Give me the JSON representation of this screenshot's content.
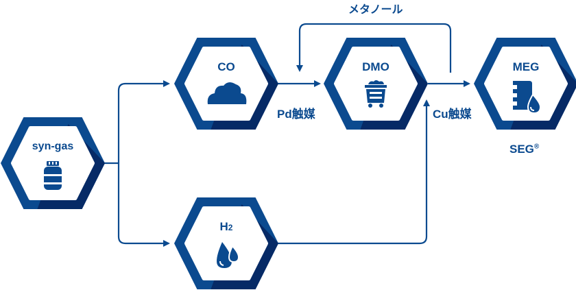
{
  "colors": {
    "primary": "#0b4a8f",
    "shade": "#062a66",
    "line": "#0b4a8f"
  },
  "nodes": {
    "syngas": {
      "label": "syn-gas",
      "icon": "gas-cylinder-icon"
    },
    "co": {
      "label": "CO",
      "icon": "cloud-icon"
    },
    "h2": {
      "label": "H",
      "sub": "2",
      "icon": "water-drops-icon"
    },
    "dmo": {
      "label": "DMO",
      "icon": "mine-cart-icon"
    },
    "meg": {
      "label": "MEG",
      "icon": "oil-barrel-drop-icon"
    }
  },
  "edges": {
    "pd_catalyst": "Pd触媒",
    "cu_catalyst": "Cu触媒",
    "methanol": "メタノール"
  },
  "meg_product": {
    "name": "SEG",
    "mark": "®"
  }
}
